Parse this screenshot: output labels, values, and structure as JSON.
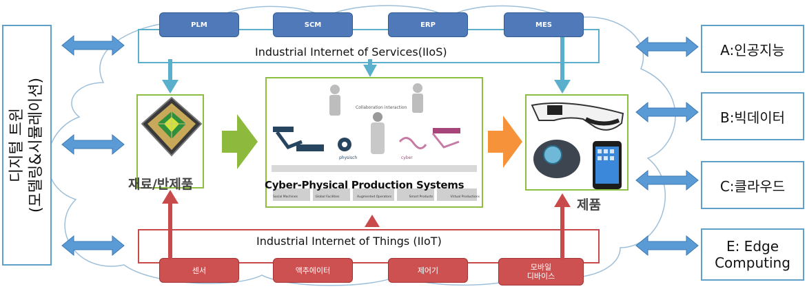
{
  "left_panel": {
    "line1": "디지털 트윈",
    "line2": "(모델링&시뮬레이션)"
  },
  "services_band": {
    "label": "Industrial Internet of Services(IIoS)",
    "chips": [
      "PLM",
      "SCM",
      "ERP",
      "MES"
    ]
  },
  "things_band": {
    "label": "Industrial Internet of Things (IIoT)",
    "chips": [
      "센서",
      "액추에이터",
      "제어기",
      "모바일\n디바이스"
    ]
  },
  "materials": {
    "label": "재료/반제품"
  },
  "cps": {
    "title": "Cyber-Physical Production Systems",
    "collab_label": "Collaboration interaction",
    "physical_label": "physisch",
    "cyber_label": "cyber",
    "bottom_labels": [
      "Social Machines",
      "Global Facilities",
      "Augmented Operators",
      "Smart Products",
      "Virtual Productions"
    ]
  },
  "product": {
    "label": "제품"
  },
  "right_boxes": [
    {
      "label": "A:인공지능"
    },
    {
      "label": "B:빅데이터"
    },
    {
      "label": "C:클라우드"
    },
    {
      "label": "E: Edge\nComputing"
    }
  ],
  "colors": {
    "chip_blue": "#4f79b8",
    "chip_red": "#cd5151",
    "band_blue": "#5ab0cc",
    "band_red": "#c94a4a",
    "box_green": "#8cbf3f",
    "arrow_green": "#8dba3c",
    "arrow_orange": "#f6933a",
    "double_arrow": "#5b9bd5"
  }
}
